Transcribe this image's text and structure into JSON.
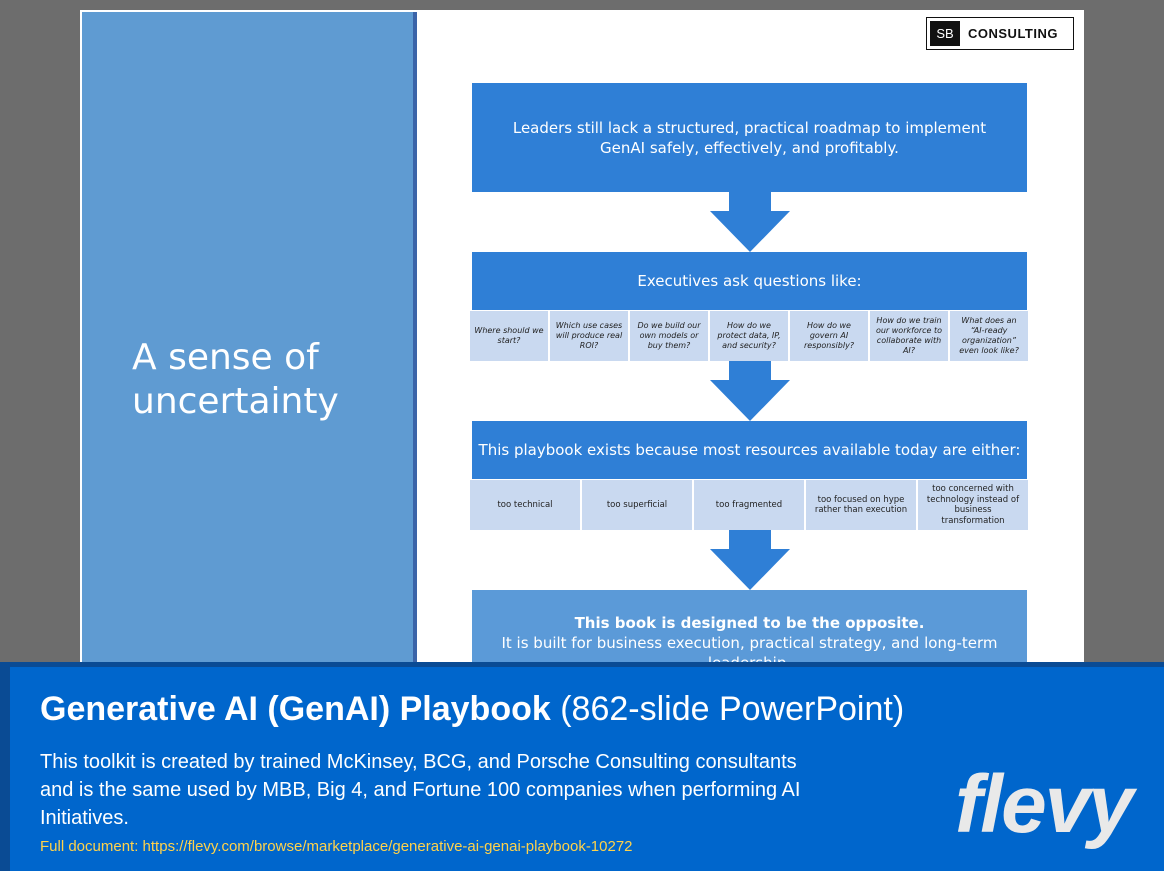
{
  "logo": {
    "mark": "SB",
    "text": "CONSULTING"
  },
  "slide_title": "A sense of uncertainty",
  "box1": "Leaders still lack a structured, practical roadmap to implement GenAI safely, effectively, and profitably.",
  "box2": "Executives ask questions like:",
  "questions": [
    "Where should we start?",
    "Which use cases will produce real ROI?",
    "Do we build our own models or buy them?",
    "How do we protect data, IP, and security?",
    "How do we govern AI responsibly?",
    "How do we train our workforce to collaborate with AI?",
    "What does an “AI-ready organization” even look like?"
  ],
  "box3": "This playbook exists because most resources available today are either:",
  "reasons": [
    "too technical",
    "too superficial",
    "too fragmented",
    "too focused on hype rather than execution",
    "too concerned with technology instead of business transformation"
  ],
  "box4": {
    "bold": "This book is designed to be the opposite.",
    "text": "It is built for business execution, practical strategy, and long-term leadership."
  },
  "colors": {
    "primary_box": "#2f7fd6",
    "banner": "#0066cc",
    "left_panel": "#5f9bd2"
  },
  "banner": {
    "title_bold": "Generative AI (GenAI) Playbook",
    "title_rest": "(862-slide PowerPoint)",
    "description": "This toolkit is created by trained McKinsey, BCG, and Porsche Consulting consultants and is the same used by MBB, Big 4, and Fortune 100 companies when performing AI Initiatives.",
    "link": "Full document: https://flevy.com/browse/marketplace/generative-ai-genai-playbook-10272",
    "brand": "flevy"
  }
}
